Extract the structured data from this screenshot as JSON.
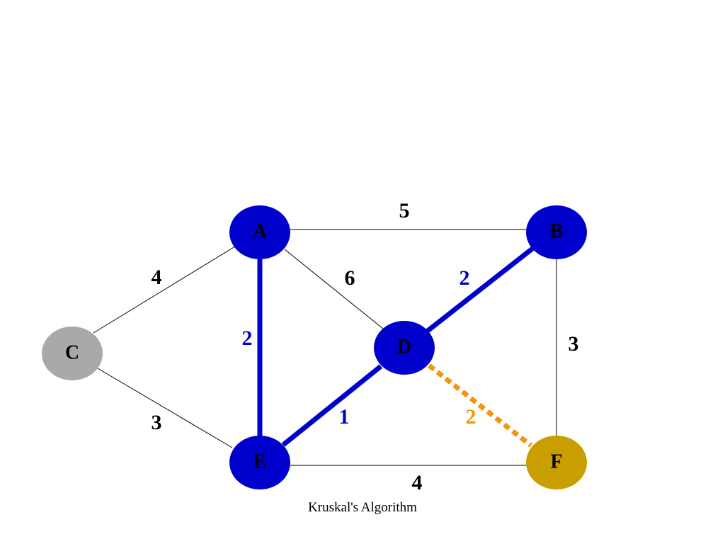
{
  "caption": "Kruskal's Algorithm",
  "colors": {
    "in_tree": "#0000CC",
    "candidate": "#F2960F",
    "unvisited": "#A9A9A9",
    "selected_node": "#C89E00",
    "normal_edge": "#000000"
  },
  "nodes": [
    {
      "id": "A",
      "label": "A",
      "state": "in_tree"
    },
    {
      "id": "B",
      "label": "B",
      "state": "in_tree"
    },
    {
      "id": "C",
      "label": "C",
      "state": "unvisited"
    },
    {
      "id": "D",
      "label": "D",
      "state": "in_tree"
    },
    {
      "id": "E",
      "label": "E",
      "state": "in_tree"
    },
    {
      "id": "F",
      "label": "F",
      "state": "selected_node"
    }
  ],
  "edges": [
    {
      "from": "A",
      "to": "B",
      "weight": "5",
      "state": "normal"
    },
    {
      "from": "A",
      "to": "C",
      "weight": "4",
      "state": "normal"
    },
    {
      "from": "A",
      "to": "D",
      "weight": "6",
      "state": "normal"
    },
    {
      "from": "A",
      "to": "E",
      "weight": "2",
      "state": "in_tree"
    },
    {
      "from": "D",
      "to": "B",
      "weight": "2",
      "state": "in_tree"
    },
    {
      "from": "B",
      "to": "F",
      "weight": "3",
      "state": "normal"
    },
    {
      "from": "C",
      "to": "E",
      "weight": "3",
      "state": "normal"
    },
    {
      "from": "D",
      "to": "E",
      "weight": "1",
      "state": "in_tree"
    },
    {
      "from": "D",
      "to": "F",
      "weight": "2",
      "state": "candidate"
    },
    {
      "from": "E",
      "to": "F",
      "weight": "4",
      "state": "normal"
    }
  ]
}
